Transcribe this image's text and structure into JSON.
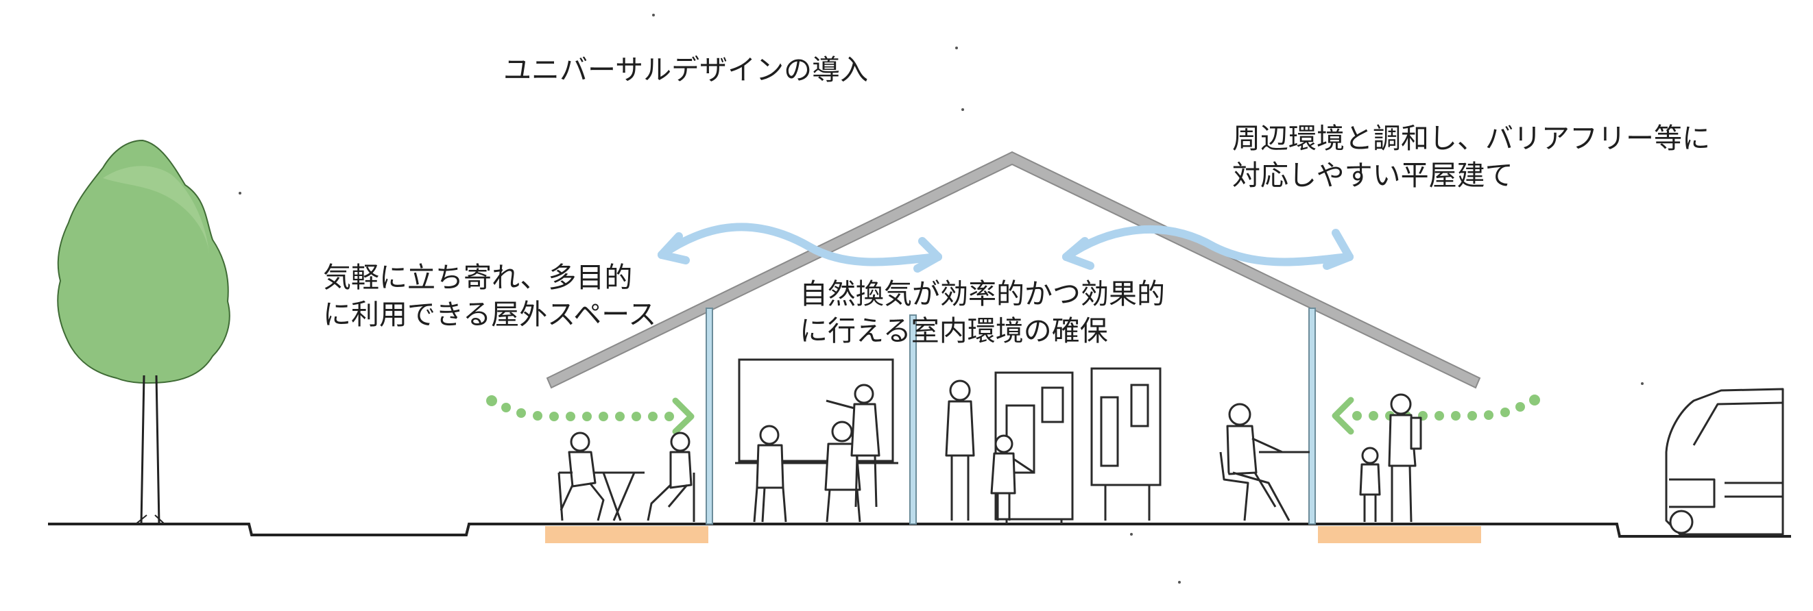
{
  "title": "ユニバーサルデザインの導入",
  "labels": {
    "roof_note": {
      "line1": "周辺環境と調和し、バリアフリー等に",
      "line2": "対応しやすい平屋建て"
    },
    "outdoor_note": {
      "line1": "気軽に立ち寄れ、多目的",
      "line2": "に利用できる屋外スペース"
    },
    "ventilation_note": {
      "line1": "自然換気が効率的かつ効果的",
      "line2": "に行える室内環境の確保"
    }
  },
  "colors": {
    "ventilation_arrow": "#aed3ee",
    "circulation_dots": "#8cc97a",
    "deck": "#f9c896",
    "tree_foliage": "#8fc37f",
    "roof": "#9a9a9a",
    "glass_post": "#a8cfe0",
    "ink": "#2a2a2a"
  }
}
